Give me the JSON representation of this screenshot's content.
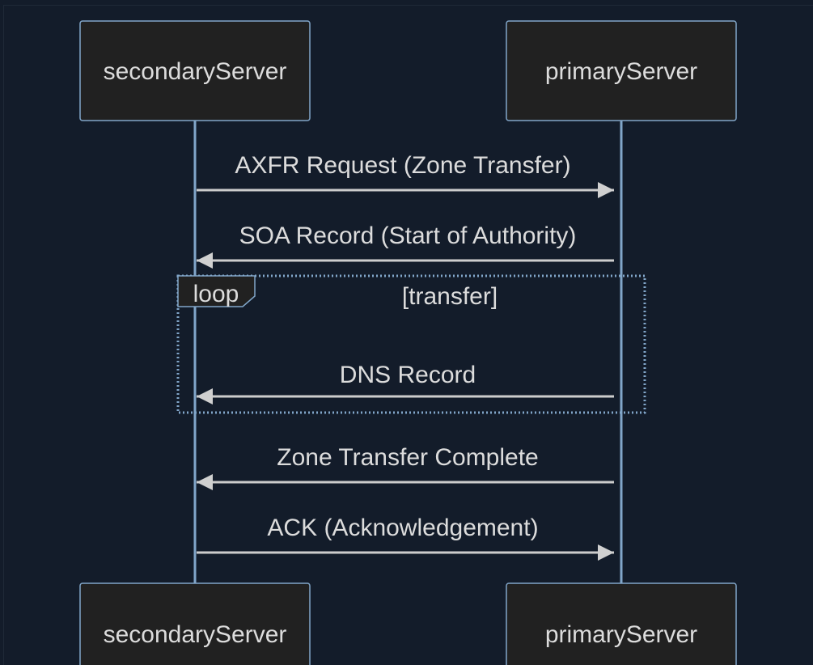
{
  "diagram": {
    "type": "sequence",
    "participants": [
      {
        "id": "secondary",
        "label": "secondaryServer"
      },
      {
        "id": "primary",
        "label": "primaryServer"
      }
    ],
    "messages": [
      {
        "from": "secondary",
        "to": "primary",
        "label": "AXFR Request (Zone Transfer)"
      },
      {
        "from": "primary",
        "to": "secondary",
        "label": "SOA Record (Start of Authority)"
      },
      {
        "from": "primary",
        "to": "secondary",
        "label": "DNS Record"
      },
      {
        "from": "primary",
        "to": "secondary",
        "label": "Zone Transfer Complete"
      },
      {
        "from": "secondary",
        "to": "primary",
        "label": "ACK (Acknowledgement)"
      }
    ],
    "loop": {
      "keyword": "loop",
      "condition": "[transfer]"
    }
  },
  "colors": {
    "background": "#131c2a",
    "actor_fill": "#212121",
    "actor_border": "#81a6c9",
    "lifeline": "#81a6c9",
    "message": "#cccccc",
    "text": "#dcdcdc",
    "loop_border": "#81a6c9"
  }
}
